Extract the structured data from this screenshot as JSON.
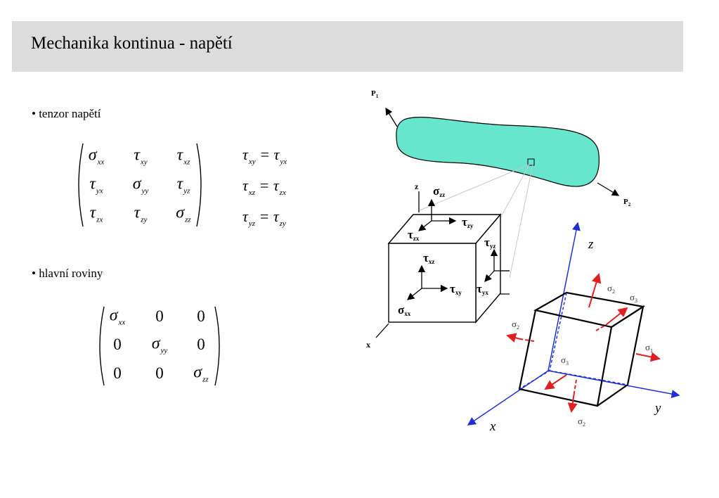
{
  "header": {
    "title": "Mechanika kontinua - napětí"
  },
  "bullets": {
    "tensor": "• tenzor napětí",
    "principal": "• hlavní roviny"
  },
  "stress_tensor": [
    [
      [
        "σ",
        "xx"
      ],
      [
        "τ",
        "xy"
      ],
      [
        "τ",
        "xz"
      ]
    ],
    [
      [
        "τ",
        "yx"
      ],
      [
        "σ",
        "yy"
      ],
      [
        "τ",
        "yz"
      ]
    ],
    [
      [
        "τ",
        "zx"
      ],
      [
        "τ",
        "zy"
      ],
      [
        "σ",
        "zz"
      ]
    ]
  ],
  "symmetry": {
    "eq1": {
      "lhs": "τ",
      "lhs_sub": "xy",
      "op": " = ",
      "rhs": "τ",
      "rhs_sub": "yx"
    },
    "eq2": {
      "lhs": "τ",
      "lhs_sub": "xz",
      "op": " = ",
      "rhs": "τ",
      "rhs_sub": "zx"
    },
    "eq3": {
      "lhs": "τ",
      "lhs_sub": "yz",
      "op": " = ",
      "rhs": "τ",
      "rhs_sub": "zy"
    }
  },
  "principal_tensor": [
    [
      [
        "σ",
        "xx"
      ],
      [
        "0",
        ""
      ],
      [
        "0",
        ""
      ]
    ],
    [
      [
        "0",
        ""
      ],
      [
        "σ",
        "yy"
      ],
      [
        "0",
        ""
      ]
    ],
    [
      [
        "0",
        ""
      ],
      [
        "0",
        ""
      ],
      [
        "σ",
        "zz"
      ]
    ]
  ],
  "figure_body": {
    "load1": "P",
    "load1_sub": "1",
    "load2": "P",
    "load2_sub": "2",
    "fill_color": "#66e6cc"
  },
  "figure_cube": {
    "axis_z": "z",
    "axis_x": "x",
    "sigma_zz": "σ",
    "sigma_zz_sub": "zz",
    "tau_zy": "τ",
    "tau_zy_sub": "zy",
    "tau_zx": "τ",
    "tau_zx_sub": "zx",
    "tau_yz": "τ",
    "tau_yz_sub": "yz",
    "tau_xz": "τ",
    "tau_xz_sub": "xz",
    "tau_xy": "τ",
    "tau_xy_sub": "xy",
    "tau_yx": "τ",
    "tau_yx_sub": "yx",
    "sigma_xx": "σ",
    "sigma_xx_sub": "xx"
  },
  "figure_principal": {
    "axis_z": "z",
    "axis_y": "y",
    "axis_x": "x",
    "s2_top": "σ",
    "s2_top_sub": "2",
    "s3_top": "σ",
    "s3_top_sub": "3",
    "s2_left": "σ",
    "s2_left_sub": "2",
    "s1_right": "σ",
    "s1_right_sub": "1",
    "s3_bottom": "σ",
    "s3_bottom_sub": "3",
    "s2_bottom": "σ",
    "s2_bottom_sub": "2",
    "axis_color": "#1f2fd6",
    "arrow_color": "#e02020"
  }
}
